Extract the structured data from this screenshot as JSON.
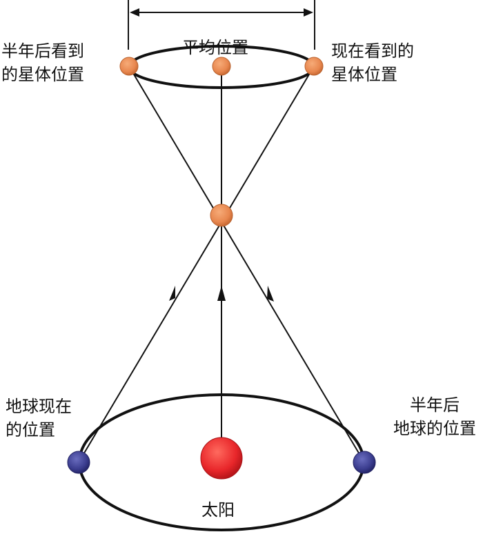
{
  "labels": {
    "star_half_year": [
      "半年后看到",
      "的星体位置"
    ],
    "average_position": "平均位置",
    "star_now": [
      "现在看到的",
      "星体位置"
    ],
    "earth_now": [
      "地球现在",
      "的位置"
    ],
    "earth_half_year": [
      "半年后",
      "地球的位置"
    ],
    "sun": "太阳"
  },
  "colors": {
    "star": "#e8874f",
    "earth": "#3b3d8f",
    "sun": "#e8262a",
    "line": "#111111"
  }
}
